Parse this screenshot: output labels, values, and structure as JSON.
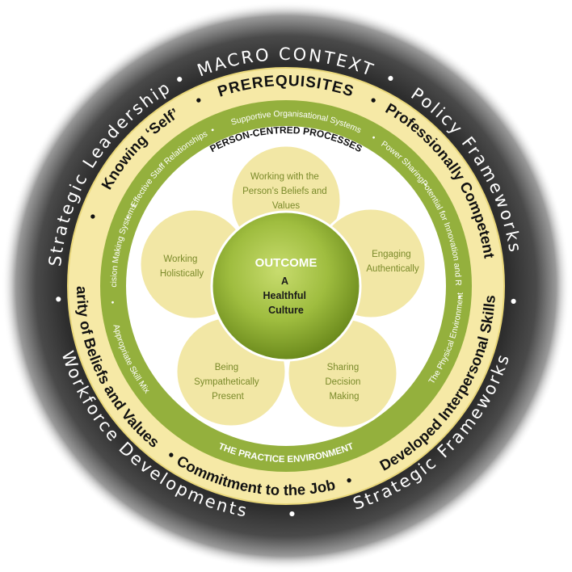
{
  "macro_context": {
    "title": "MACRO CONTEXT",
    "items": [
      {
        "label": "Policy Frameworks",
        "dot_after": "•"
      },
      {
        "label": "Strategic Frameworks",
        "dot_after": "•"
      },
      {
        "label": "Workforce Developments",
        "dot_after": "•"
      },
      {
        "label": "Strategic Leadership",
        "dot_after": "•"
      }
    ],
    "separator": "•"
  },
  "prerequisites": {
    "title": "PREREQUISITES",
    "items": [
      {
        "label": "Professionally Competent"
      },
      {
        "label": "Developed Interpersonal Skills"
      },
      {
        "label": "Commitment to the Job"
      },
      {
        "label": "Clarity of Beliefs and Values"
      },
      {
        "label": "Knowing ‘Self’"
      }
    ],
    "separator": "•"
  },
  "practice_environment": {
    "title": "THE PRACTICE ENVIRONMENT",
    "items": [
      {
        "label": "Supportive Organisational Systems"
      },
      {
        "label": "Power Sharing"
      },
      {
        "label": "Potential for Innovation and Risk Taking"
      },
      {
        "label": "The Physical Environment"
      },
      {
        "label": "Appropriate Skill Mix"
      },
      {
        "label": "Shared Decision Making Systems"
      },
      {
        "label": "Effective Staff Relationships"
      }
    ],
    "separator": "•"
  },
  "person_centred_processes": {
    "title": "PERSON-CENTRED PROCESSES",
    "petals": [
      {
        "lines": [
          "Working with the",
          "Person’s Beliefs and",
          "Values"
        ]
      },
      {
        "lines": [
          "Engaging",
          "Authentically"
        ]
      },
      {
        "lines": [
          "Sharing",
          "Decision",
          "Making"
        ]
      },
      {
        "lines": [
          "Being",
          "Sympathetically",
          "Present"
        ]
      },
      {
        "lines": [
          "Working",
          "Holistically"
        ]
      }
    ]
  },
  "outcome": {
    "title": "OUTCOME",
    "lines": [
      "A",
      "Healthful",
      "Culture"
    ]
  },
  "colors": {
    "macro_dark": "#2a2a2a",
    "prereq_band": "#f6e9a6",
    "env_band": "#94b03d",
    "inner_bg": "#ffffff",
    "petal_fill": "#f2e7a5",
    "outcome_center": "#c5d96a",
    "outcome_edge": "#6e8c1f",
    "petal_text": "#7a8a2a"
  }
}
